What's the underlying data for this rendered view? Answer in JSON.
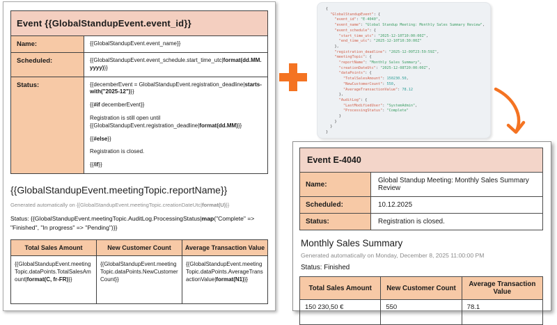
{
  "colors": {
    "accent_orange": "#f47322",
    "peach_label": "#f7c9a6",
    "template_header": "#f4cfc0",
    "output_header": "#f3d5c9",
    "json_panel_bg": "#eef1f4",
    "json_key": "#d2604a",
    "json_string": "#3c9e63",
    "json_number": "#2d9e96",
    "muted_gray_text": "#8c8c8c"
  },
  "template_doc": {
    "event_table": {
      "title": "Event {{GlobalStandupEvent.event_id}}",
      "rows": [
        {
          "label": "Name:",
          "value": "{{GlobalStandupEvent.event_name}}"
        },
        {
          "label": "Scheduled:",
          "value": "{{GlobalStandupEvent.event_schedule.start_time_utc|**format(dd.MM.yyyy)**}}"
        },
        {
          "label": "Status:"
        }
      ],
      "status_paragraphs": [
        "{{decemberEvent = GlobalStandupEvent.registration_deadline|**starts-with(\"2025-12\")**}}",
        "{{**#if** decemberEvent}}",
        "Registration is still open until {{GlobalStandupEvent.registration_deadline|**format(dd.MM)**}}",
        "{{**#else**}}",
        "Registration is closed.",
        "{{**/if**}}"
      ]
    },
    "report_heading": "{{GlobalStandupEvent.meetingTopic.reportName}}",
    "generated_line": "Generated automatically on {{GlobalStandupEvent.meetingTopic.creationDateUtc|**format(U)**}}",
    "status_line": "Status: {{GlobalStandupEvent.meetingTopic.AuditLog.ProcessingStatus|**map**(\"Complete\" => \"Finished\", \"In progress\" => \"Pending\")}}",
    "data_table": {
      "headers": [
        "Total Sales Amount",
        "New Customer Count",
        "Average Transaction Value"
      ],
      "cells": [
        "{{GlobalStandupEvent.meetingTopic.dataPoints.TotalSalesAmount|**format(C, fr-FR)**}}",
        "{{GlobalStandupEvent.meetingTopic.dataPoints.NewCustomerCount}}",
        "{{GlobalStandupEvent.meetingTopic.dataPoints.AverageTransactionValue|**format(N1)**}}"
      ]
    }
  },
  "json_panel": {
    "source": "{\n  \"GlobalStandupEvent\": {\n    \"event_id\": \"E-4040\",\n    \"event_name\": \"Global Standup Meeting: Monthly Sales Summary Review\",\n    \"event_schedule\": {\n      \"start_time_utc\": \"2025-12-10T10:00:00Z\",\n      \"end_time_utc\": \"2025-12-10T10:30:00Z\"\n    },\n    \"registration_deadline\": \"2025-12-09T23:59:59Z\",\n    \"meetingTopic\": {\n      \"reportName\": \"Monthly Sales Summary\",\n      \"creationDateUtc\": \"2025-12-08T20:00:00Z\",\n      \"dataPoints\": {\n        \"TotalSalesAmount\": 150230.50,\n        \"NewCustomerCount\": 550,\n        \"AverageTransactionValue\": 78.12\n      },\n      \"AuditLog\": {\n        \"LastModifiedUser\": \"SystemAdmin\",\n        \"ProcessingStatus\": \"Complete\"\n      }\n    }\n  }\n}"
  },
  "output_doc": {
    "event_table": {
      "title": "Event E-4040",
      "rows": [
        {
          "label": "Name:",
          "value": "Global Standup Meeting: Monthly Sales Summary Review"
        },
        {
          "label": "Scheduled:",
          "value": "10.12.2025"
        },
        {
          "label": "Status:",
          "value": "Registration is closed."
        }
      ]
    },
    "report_heading": "Monthly Sales Summary",
    "generated_line": "Generated automatically on Monday, December 8, 2025 11:00:00 PM",
    "status_line": "Status: Finished",
    "data_table": {
      "headers": [
        "Total Sales Amount",
        "New Customer Count",
        "Average Transaction Value"
      ],
      "values": [
        "150 230,50 €",
        "550",
        "78.1"
      ]
    }
  }
}
